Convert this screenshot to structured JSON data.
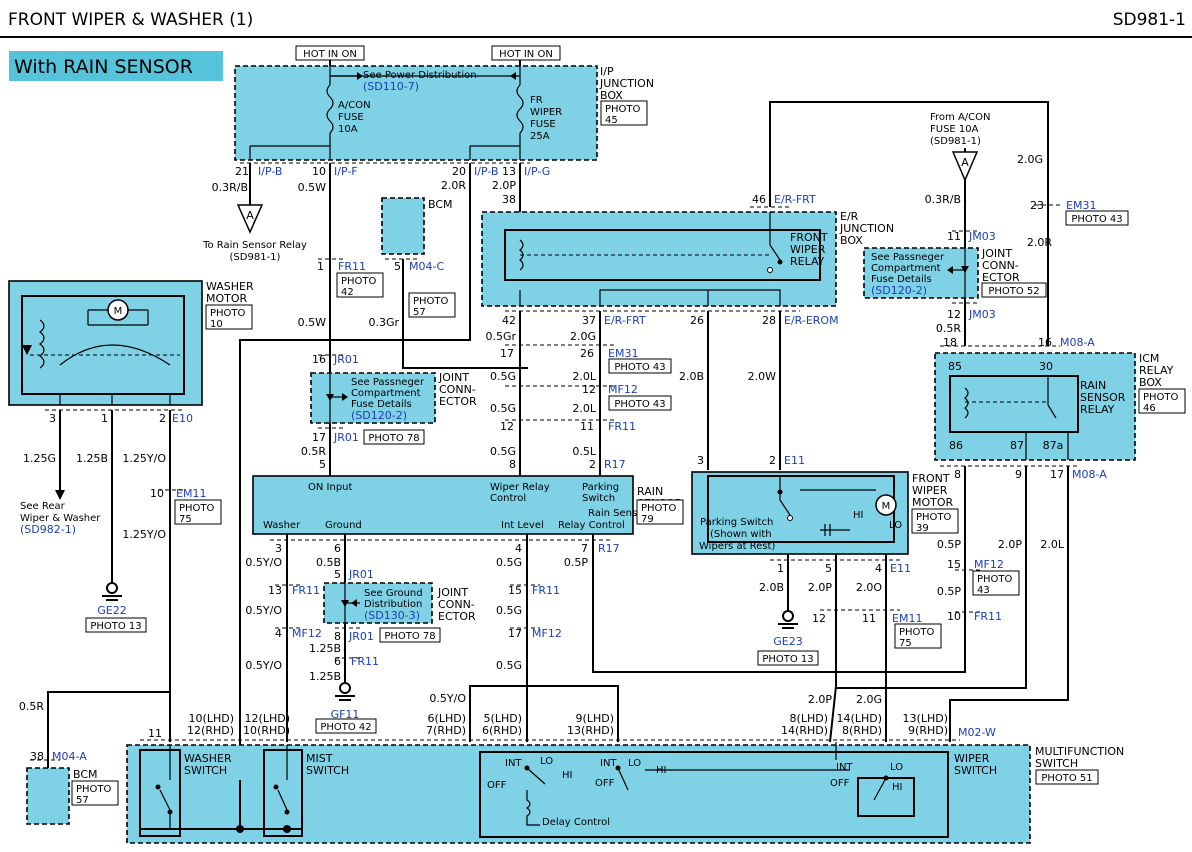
{
  "header": {
    "title": "FRONT WIPER & WASHER (1)",
    "code": "SD981-1"
  },
  "badge": "With RAIN SENSOR",
  "hot_labels": [
    "HOT IN ON",
    "HOT IN ON"
  ],
  "ip_junction": {
    "label": [
      "I/P",
      "JUNCTION",
      "BOX"
    ],
    "photo": [
      "PHOTO",
      "45"
    ],
    "see": "See Power Distribution",
    "see_ref": "(SD110-7)",
    "fuse1": [
      "A/CON",
      "FUSE",
      "10A"
    ],
    "fuse2": [
      "FR",
      "WIPER",
      "FUSE",
      "25A"
    ]
  },
  "wires_top": {
    "p21": "21",
    "ipb1": "I/P-B",
    "p10": "10",
    "ipf": "I/P-F",
    "p20": "20",
    "ipb2": "I/P-B",
    "p13": "13",
    "ipg": "I/P-G",
    "w03rb": "0.3R/B",
    "w05w": "0.5W",
    "w20r": "2.0R",
    "w20p": "2.0P",
    "p38": "38"
  },
  "to_rain": [
    "To Rain Sensor Relay",
    "(SD981-1)"
  ],
  "conn_a": "A",
  "bcm_top": {
    "label": "BCM",
    "pin": "5",
    "conn": "M04-C",
    "photo": [
      "PHOTO",
      "57"
    ],
    "wire": "0.3Gr"
  },
  "fr11_top": {
    "pin": "1",
    "conn": "FR11",
    "photo": [
      "PHOTO",
      "42"
    ],
    "wire": "0.5W"
  },
  "washer_motor": {
    "label": [
      "WASHER",
      "MOTOR"
    ],
    "photo": [
      "PHOTO",
      "10"
    ],
    "pins": [
      "3",
      "1",
      "2"
    ],
    "conn": "E10",
    "m": "M"
  },
  "left_wires": {
    "w125g": "1.25G",
    "w125b": "1.25B",
    "w125yo": "1.25Y/O",
    "w125yo2": "1.25Y/O",
    "see_rear": [
      "See Rear",
      "Wiper & Washer"
    ],
    "see_rear_ref": "(SD982-1)",
    "em11_pin": "10",
    "em11": "EM11",
    "em11_photo": [
      "PHOTO",
      "75"
    ]
  },
  "ge22": {
    "label": "GE22",
    "photo": "PHOTO 13"
  },
  "jr01_top": {
    "pin16": "16",
    "conn": "JR01",
    "see": [
      "See Passneger",
      "Compartment",
      "Fuse Details"
    ],
    "ref": "(SD120-2)",
    "label": [
      "JOINT",
      "CONN-",
      "ECTOR"
    ],
    "pin17": "17",
    "conn2": "JR01",
    "photo": "PHOTO 78",
    "w05r": "0.5R",
    "p5": "5"
  },
  "er_junction": {
    "label": [
      "E/R",
      "JUNCTION",
      "BOX"
    ],
    "pin46": "46",
    "conn": "E/R-FRT",
    "relay": [
      "FRONT",
      "WIPER",
      "RELAY"
    ],
    "p42": "42",
    "p37": "37",
    "conn2": "E/R-FRT",
    "p26": "26",
    "p28": "28",
    "conn3": "E/R-EROM"
  },
  "mid_wires": {
    "w05gr": "0.5Gr",
    "w20g": "2.0G",
    "p17": "17",
    "p26": "26",
    "em31": "EM31",
    "em31_photo": "PHOTO 43",
    "w05g1": "0.5G",
    "w20l1": "2.0L",
    "p12": "12",
    "mf12": "MF12",
    "mf12_photo": "PHOTO 43",
    "w05g2": "0.5G",
    "w20l2": "2.0L",
    "p12b": "12",
    "p11": "11",
    "fr11": "FR11",
    "w05g3": "0.5G",
    "w05l": "0.5L",
    "p8": "8",
    "p2": "2",
    "r17": "R17",
    "w20b": "2.0B",
    "w20w": "2.0W"
  },
  "rain_sensor": {
    "label": [
      "RAIN",
      "SENSOR"
    ],
    "photo": [
      "PHOTO",
      "79"
    ],
    "on_input": "ON Input",
    "wiper_relay": [
      "Wiper Relay",
      "Control"
    ],
    "parking": [
      "Parking",
      "Switch"
    ],
    "washer": "Washer",
    "ground": "Ground",
    "int_level": "Int Level",
    "rs_relay": [
      "Rain Sensor",
      "Relay Control"
    ]
  },
  "rs_bottom": {
    "p3": "3",
    "p6": "6",
    "p4": "4",
    "p7": "7",
    "r17": "R17",
    "w05yo": "0.5Y/O",
    "w05b": "0.5B",
    "w05g": "0.5G",
    "w05p": "0.5P",
    "p13": "13",
    "fr11a": "FR11",
    "p5": "5",
    "jr01": "JR01",
    "p15": "15",
    "fr11b": "FR11",
    "w05yo2": "0.5Y/O",
    "w05g2": "0.5G",
    "p4b": "4",
    "mf12": "MF12",
    "p8": "8",
    "jr01b": "JR01",
    "jr01_photo": "PHOTO 78",
    "p17": "17",
    "mf12b": "MF12",
    "w125b": "1.25B",
    "p6b": "6",
    "fr11c": "FR11",
    "w05yo3": "0.5Y/O",
    "w125b2": "1.25B",
    "w05g3": "0.5G",
    "see_ground": [
      "See Ground",
      "Distribution"
    ],
    "ground_ref": "(SD130-3)",
    "jc_label": [
      "JOINT",
      "CONN-",
      "ECTOR"
    ]
  },
  "gf11": {
    "label": "GF11",
    "photo": "PHOTO 42"
  },
  "front_wiper_motor": {
    "label": [
      "FRONT",
      "WIPER",
      "MOTOR"
    ],
    "photo": [
      "PHOTO",
      "39"
    ],
    "p3": "3",
    "p2": "2",
    "conn": "E11",
    "parking": [
      "Parking Switch",
      "(Shown with",
      "Wipers at Rest)"
    ],
    "hi": "HI",
    "lo": "LO",
    "m": "M",
    "p1": "1",
    "p5": "5",
    "p4": "4",
    "conn2": "E11",
    "w20b": "2.0B",
    "w20p": "2.0P",
    "w20o": "2.0O",
    "p12": "12",
    "p11": "11",
    "em11": "EM11",
    "em11_photo": [
      "PHOTO",
      "75"
    ]
  },
  "ge23": {
    "label": "GE23",
    "photo": "PHOTO 13"
  },
  "right_top": {
    "from": [
      "From A/CON",
      "FUSE 10A",
      "(SD981-1)"
    ],
    "a": "A",
    "w20g": "2.0G",
    "p23": "23",
    "em31": "EM31",
    "em31_photo": "PHOTO 43",
    "w03rb": "0.3R/B",
    "p11": "11",
    "jm03": "JM03",
    "see": [
      "See Passneger",
      "Compartment",
      "Fuse Details"
    ],
    "ref": "(SD120-2)",
    "jc": [
      "JOINT",
      "CONN-",
      "ECTOR"
    ],
    "jc_photo": "PHOTO 52",
    "w20r": "2.0R",
    "p12": "12",
    "jm03b": "JM03",
    "w05r": "0.5R",
    "p18": "18",
    "p16": "16",
    "m08a": "M08-A"
  },
  "icm": {
    "label": [
      "ICM",
      "RELAY",
      "BOX"
    ],
    "photo": [
      "PHOTO",
      "46"
    ],
    "p85": "85",
    "p30": "30",
    "relay": [
      "RAIN",
      "SENSOR",
      "RELAY"
    ],
    "p86": "86",
    "p87": "87",
    "p87a": "87a",
    "p8": "8",
    "p9": "9",
    "p17": "17",
    "m08a": "M08-A"
  },
  "right_wires": {
    "w05p": "0.5P",
    "w20p": "2.0P",
    "w20l": "2.0L",
    "p15": "15",
    "mf12": "MF12",
    "mf12_photo": [
      "PHOTO",
      "43"
    ],
    "w05p2": "0.5P",
    "p10": "10",
    "fr11": "FR11"
  },
  "multi": {
    "label": [
      "MULTIFUNCTION",
      "SWITCH"
    ],
    "photo": "PHOTO 51",
    "conn": "M02-W",
    "p11": "11",
    "lhd1": [
      "10(LHD)",
      "12(RHD)"
    ],
    "lhd2": [
      "12(LHD)",
      "10(RHD)"
    ],
    "lhd3": [
      "6(LHD)",
      "7(RHD)"
    ],
    "lhd4": [
      "5(LHD)",
      "6(RHD)"
    ],
    "lhd5": [
      "9(LHD)",
      "13(RHD)"
    ],
    "lhd6": [
      "8(LHD)",
      "14(RHD)"
    ],
    "lhd7": [
      "14(LHD)",
      "8(RHD)"
    ],
    "lhd8": [
      "13(LHD)",
      "9(RHD)"
    ],
    "w05yo": "0.5Y/O",
    "w20p": "2.0P",
    "w20g": "2.0G",
    "w05r": "0.5R",
    "washer_sw": [
      "WASHER",
      "SWITCH"
    ],
    "mist_sw": [
      "MIST",
      "SWITCH"
    ],
    "wiper_sw": [
      "WIPER",
      "SWITCH"
    ],
    "int": "INT",
    "lo": "LO",
    "hi": "HI",
    "off": "OFF",
    "delay": "Delay Control"
  },
  "bcm_bottom": {
    "pin": "38",
    "conn": "M04-A",
    "label": "BCM",
    "photo": [
      "PHOTO",
      "57"
    ]
  }
}
